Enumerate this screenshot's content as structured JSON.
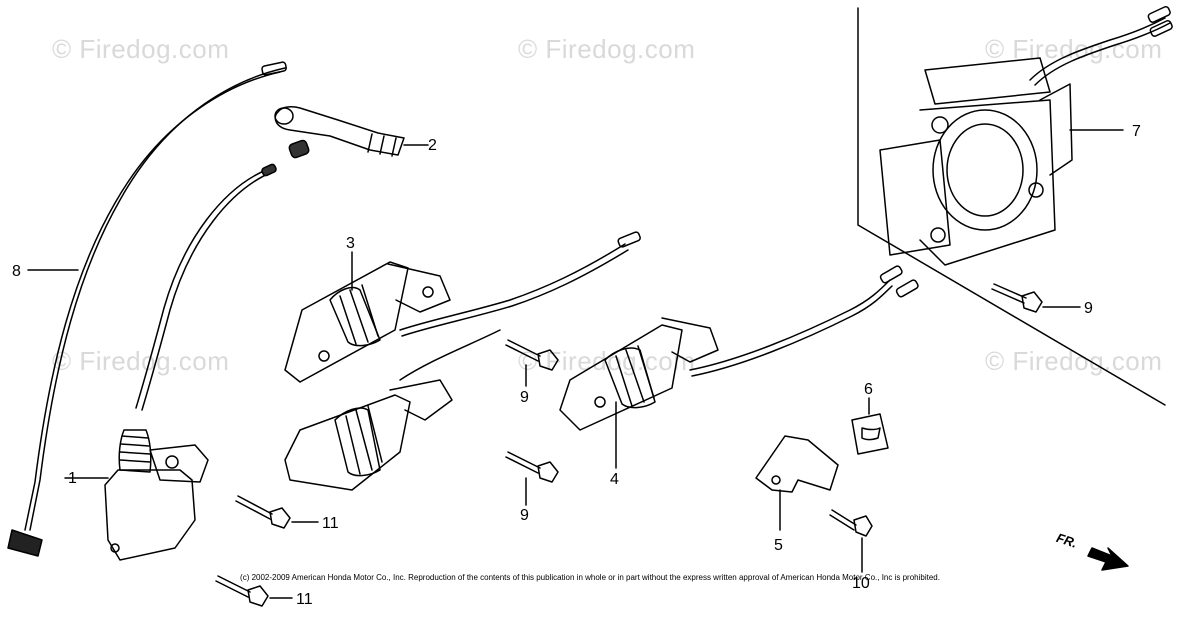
{
  "watermark": "© Firedog.com",
  "callouts": [
    "1",
    "2",
    "3",
    "4",
    "5",
    "6",
    "7",
    "8",
    "9",
    "9",
    "9",
    "10",
    "11",
    "11"
  ],
  "direction_label": "FR.",
  "copyright": "(c) 2002-2009 American Honda Motor Co., Inc. Reproduction of the contents of this publication in whole or in part without the express written approval of American Honda Motor Co., Inc is prohibited."
}
